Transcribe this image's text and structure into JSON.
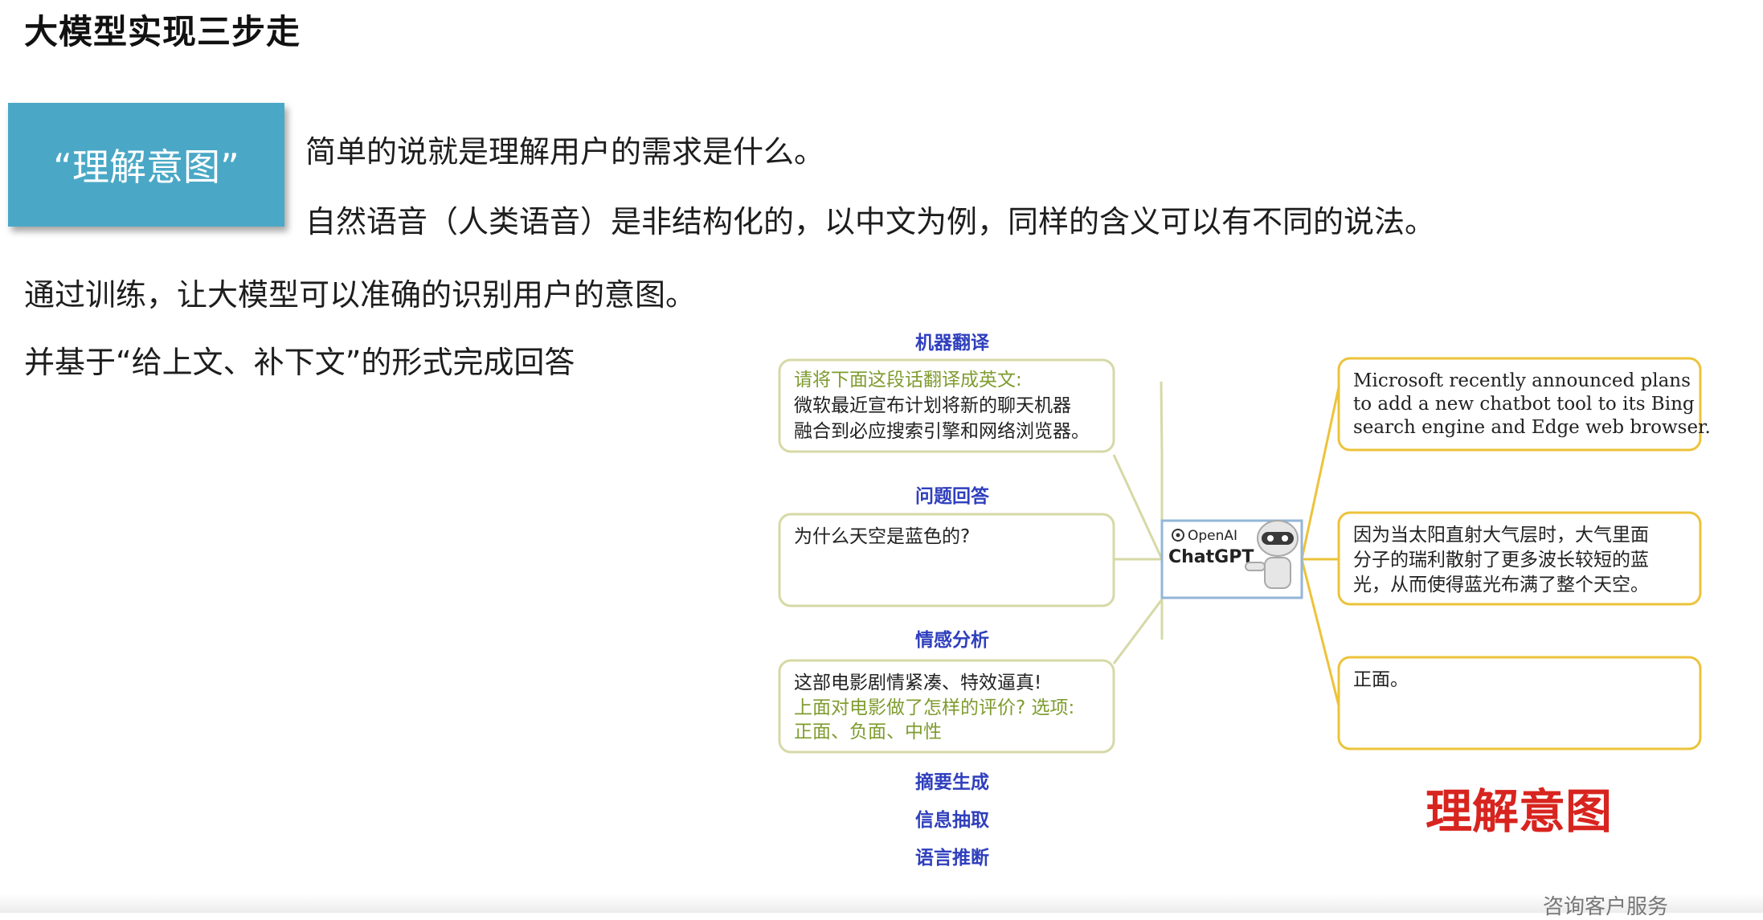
{
  "slide": {
    "title": "大模型实现三步走",
    "badge": "“理解意图”",
    "lines": [
      "简单的说就是理解用户的需求是什么。",
      "自然语音（人类语音）是非结构化的，以中文为例，同样的含义可以有不同的说法。",
      "通过训练，让大模型可以准确的识别用户的意图。",
      "并基于“给上文、补下文”的形式完成回答"
    ]
  },
  "diagram": {
    "categories": [
      "机器翻译",
      "问题回答",
      "情感分析",
      "摘要生成",
      "信息抽取",
      "语言推断",
      "……"
    ],
    "left_boxes": [
      {
        "highlight": "请将下面这段话翻译成英文:",
        "body": [
          "微软最近宣布计划将新的聊天机器",
          "融合到必应搜索引擎和网络浏览器。"
        ]
      },
      {
        "body": [
          "为什么天空是蓝色的?"
        ]
      },
      {
        "body": [
          "这部电影剧情紧凑、特效逼真!"
        ],
        "highlight_lines": [
          "上面对电影做了怎样的评价? 选项:",
          "正面、负面、中性"
        ]
      }
    ],
    "center": {
      "brand": "OpenAI",
      "name": "ChatGPT"
    },
    "right_boxes": [
      {
        "lines": [
          "Microsoft recently announced plans",
          "to add a new chatbot tool to its Bing",
          "search engine and Edge web browser."
        ]
      },
      {
        "lines": [
          "因为当太阳直射大气层时，大气里面",
          "分子的瑞利散射了更多波长较短的蓝",
          "光，从而使得蓝光布满了整个天空。"
        ]
      },
      {
        "lines": [
          "正面。"
        ]
      }
    ],
    "caption": "理解意图",
    "colors": {
      "left_border": "#d6d9a6",
      "right_border": "#ecc33a",
      "center_border": "#93b6d9",
      "highlight_text": "#7f9c2f",
      "category_text": "#2f3fbd",
      "caption": "#d8241f"
    }
  },
  "footer": {
    "partial_text": "咨询客户服务"
  }
}
